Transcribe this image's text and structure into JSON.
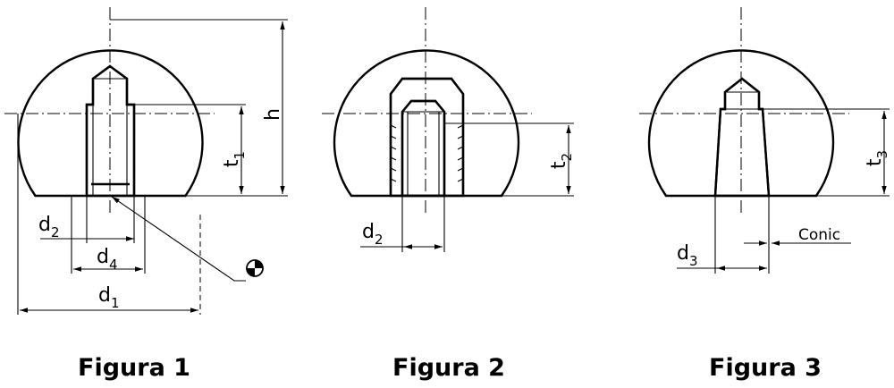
{
  "figures": [
    {
      "caption": "Figura 1",
      "dims": {
        "h": "h",
        "t": {
          "base": "t",
          "sub": "1"
        },
        "d_a": {
          "base": "d",
          "sub": "2"
        },
        "d_b": {
          "base": "d",
          "sub": "4"
        },
        "d_c": {
          "base": "d",
          "sub": "1"
        }
      },
      "symbol": "surface-finish-symbol"
    },
    {
      "caption": "Figura 2",
      "dims": {
        "t": {
          "base": "t",
          "sub": "2"
        },
        "d_a": {
          "base": "d",
          "sub": "2"
        }
      }
    },
    {
      "caption": "Figura 3",
      "dims": {
        "t": {
          "base": "t",
          "sub": "3"
        },
        "d_a": {
          "base": "d",
          "sub": "3"
        }
      },
      "note": "Conic"
    }
  ]
}
